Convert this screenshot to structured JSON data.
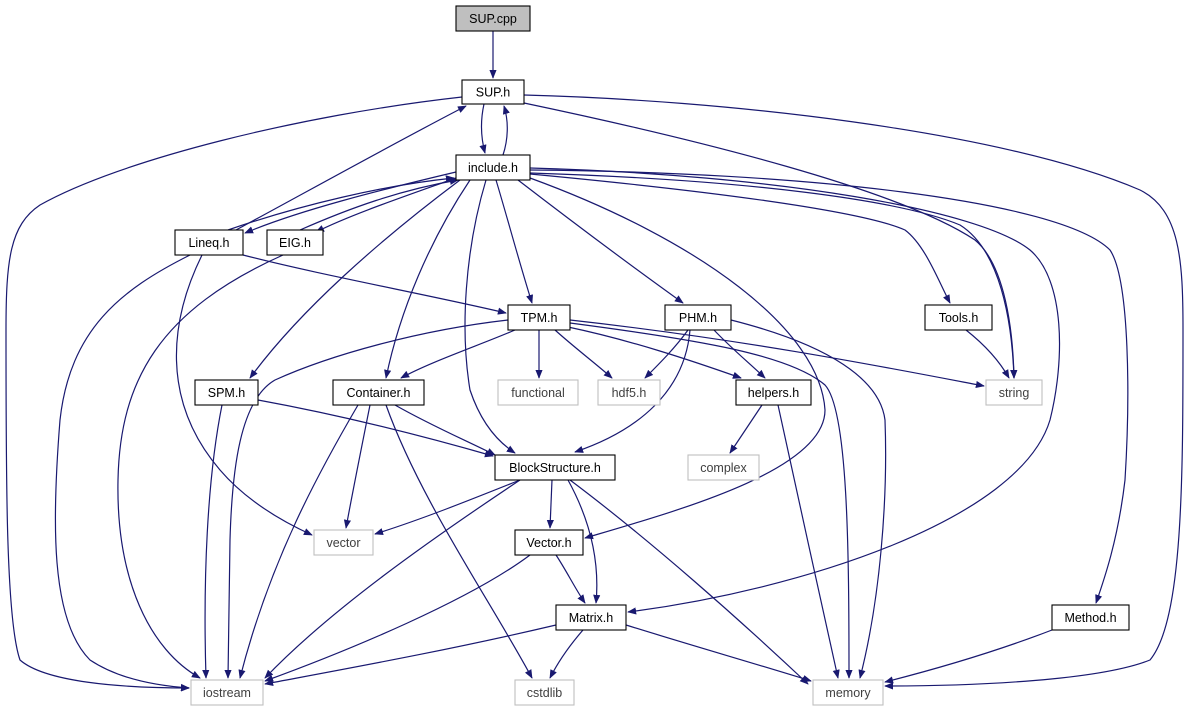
{
  "diagram": {
    "root": "SUP.cpp",
    "colors": {
      "edge": "#191970",
      "root_fill": "#bfbfbf",
      "node_border": "#000000",
      "external_border": "#bfbfbf",
      "external_text": "#404040"
    },
    "nodes": [
      {
        "id": "sup_cpp",
        "label": "SUP.cpp",
        "kind": "root"
      },
      {
        "id": "sup_h",
        "label": "SUP.h",
        "kind": "internal"
      },
      {
        "id": "include_h",
        "label": "include.h",
        "kind": "internal"
      },
      {
        "id": "lineq_h",
        "label": "Lineq.h",
        "kind": "internal"
      },
      {
        "id": "eig_h",
        "label": "EIG.h",
        "kind": "internal"
      },
      {
        "id": "tpm_h",
        "label": "TPM.h",
        "kind": "internal"
      },
      {
        "id": "phm_h",
        "label": "PHM.h",
        "kind": "internal"
      },
      {
        "id": "tools_h",
        "label": "Tools.h",
        "kind": "internal"
      },
      {
        "id": "spm_h",
        "label": "SPM.h",
        "kind": "internal"
      },
      {
        "id": "container_h",
        "label": "Container.h",
        "kind": "internal"
      },
      {
        "id": "functional",
        "label": "functional",
        "kind": "external"
      },
      {
        "id": "hdf5_h",
        "label": "hdf5.h",
        "kind": "external"
      },
      {
        "id": "helpers_h",
        "label": "helpers.h",
        "kind": "internal"
      },
      {
        "id": "string",
        "label": "string",
        "kind": "external"
      },
      {
        "id": "blockstructure_h",
        "label": "BlockStructure.h",
        "kind": "internal"
      },
      {
        "id": "complex",
        "label": "complex",
        "kind": "external"
      },
      {
        "id": "vector",
        "label": "vector",
        "kind": "external"
      },
      {
        "id": "vector_h",
        "label": "Vector.h",
        "kind": "internal"
      },
      {
        "id": "matrix_h",
        "label": "Matrix.h",
        "kind": "internal"
      },
      {
        "id": "method_h",
        "label": "Method.h",
        "kind": "internal"
      },
      {
        "id": "iostream",
        "label": "iostream",
        "kind": "external"
      },
      {
        "id": "cstdlib",
        "label": "cstdlib",
        "kind": "external"
      },
      {
        "id": "memory",
        "label": "memory",
        "kind": "external"
      }
    ],
    "edges": [
      {
        "from": "sup_cpp",
        "to": "sup_h"
      },
      {
        "from": "sup_h",
        "to": "include_h"
      },
      {
        "from": "sup_h",
        "to": "iostream"
      },
      {
        "from": "sup_h",
        "to": "string"
      },
      {
        "from": "sup_h",
        "to": "memory"
      },
      {
        "from": "include_h",
        "to": "sup_h"
      },
      {
        "from": "include_h",
        "to": "lineq_h"
      },
      {
        "from": "include_h",
        "to": "eig_h"
      },
      {
        "from": "include_h",
        "to": "tpm_h"
      },
      {
        "from": "include_h",
        "to": "phm_h"
      },
      {
        "from": "include_h",
        "to": "tools_h"
      },
      {
        "from": "include_h",
        "to": "spm_h"
      },
      {
        "from": "include_h",
        "to": "container_h"
      },
      {
        "from": "include_h",
        "to": "blockstructure_h"
      },
      {
        "from": "include_h",
        "to": "vector_h"
      },
      {
        "from": "include_h",
        "to": "matrix_h"
      },
      {
        "from": "include_h",
        "to": "method_h"
      },
      {
        "from": "include_h",
        "to": "string"
      },
      {
        "from": "lineq_h",
        "to": "sup_h"
      },
      {
        "from": "lineq_h",
        "to": "include_h"
      },
      {
        "from": "lineq_h",
        "to": "tpm_h"
      },
      {
        "from": "lineq_h",
        "to": "vector"
      },
      {
        "from": "lineq_h",
        "to": "iostream"
      },
      {
        "from": "eig_h",
        "to": "include_h"
      },
      {
        "from": "eig_h",
        "to": "iostream"
      },
      {
        "from": "tpm_h",
        "to": "container_h"
      },
      {
        "from": "tpm_h",
        "to": "functional"
      },
      {
        "from": "tpm_h",
        "to": "hdf5_h"
      },
      {
        "from": "tpm_h",
        "to": "helpers_h"
      },
      {
        "from": "tpm_h",
        "to": "string"
      },
      {
        "from": "tpm_h",
        "to": "iostream"
      },
      {
        "from": "tpm_h",
        "to": "memory"
      },
      {
        "from": "phm_h",
        "to": "hdf5_h"
      },
      {
        "from": "phm_h",
        "to": "helpers_h"
      },
      {
        "from": "phm_h",
        "to": "blockstructure_h"
      },
      {
        "from": "phm_h",
        "to": "memory"
      },
      {
        "from": "tools_h",
        "to": "string"
      },
      {
        "from": "spm_h",
        "to": "blockstructure_h"
      },
      {
        "from": "spm_h",
        "to": "iostream"
      },
      {
        "from": "container_h",
        "to": "blockstructure_h"
      },
      {
        "from": "container_h",
        "to": "vector"
      },
      {
        "from": "container_h",
        "to": "iostream"
      },
      {
        "from": "container_h",
        "to": "cstdlib"
      },
      {
        "from": "helpers_h",
        "to": "complex"
      },
      {
        "from": "helpers_h",
        "to": "memory"
      },
      {
        "from": "blockstructure_h",
        "to": "vector"
      },
      {
        "from": "blockstructure_h",
        "to": "vector_h"
      },
      {
        "from": "blockstructure_h",
        "to": "matrix_h"
      },
      {
        "from": "blockstructure_h",
        "to": "iostream"
      },
      {
        "from": "blockstructure_h",
        "to": "memory"
      },
      {
        "from": "vector_h",
        "to": "matrix_h"
      },
      {
        "from": "vector_h",
        "to": "iostream"
      },
      {
        "from": "matrix_h",
        "to": "iostream"
      },
      {
        "from": "matrix_h",
        "to": "cstdlib"
      },
      {
        "from": "matrix_h",
        "to": "memory"
      },
      {
        "from": "method_h",
        "to": "memory"
      }
    ]
  }
}
